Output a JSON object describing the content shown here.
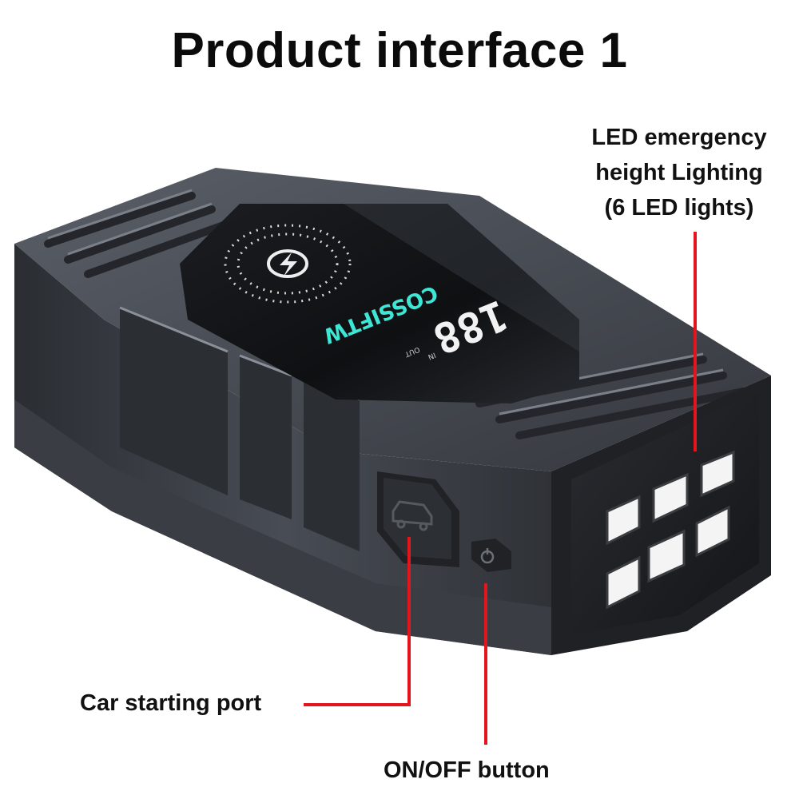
{
  "title": "Product interface 1",
  "callouts": {
    "led_lines": [
      "LED emergency",
      "height Lighting",
      "(6 LED lights)"
    ],
    "car_port": "Car starting port",
    "onoff": "ON/OFF button"
  },
  "display": {
    "brand": "COSSIFTW",
    "digits": "188",
    "indicator_out": "OUT",
    "indicator_in": "IN"
  },
  "icons": {
    "wireless": "lightning-bolt-icon",
    "power": "power-icon",
    "car": "car-icon"
  },
  "colors": {
    "callout_line": "#e3161e",
    "body": "#4a4e56",
    "body_dark": "#2c2f35",
    "screen": "#111316",
    "brand_text": "#3ee6d6",
    "led": "#f4f4f4"
  }
}
